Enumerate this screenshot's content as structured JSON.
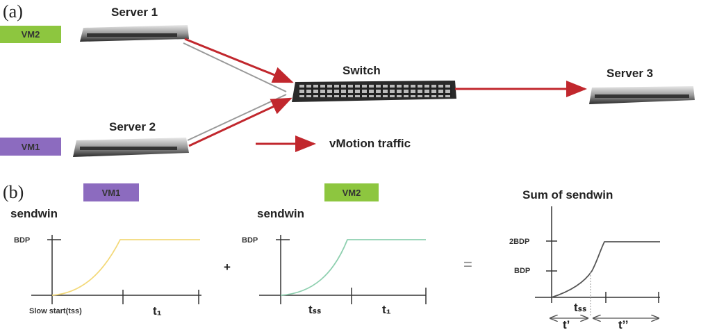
{
  "panel_a": {
    "label": "(a)",
    "server1": "Server 1",
    "server2": "Server 2",
    "server3": "Server 3",
    "switch": "Switch",
    "vm2": "VM2",
    "vm1": "VM1",
    "legend": "vMotion traffic"
  },
  "panel_b": {
    "label": "(b)",
    "vm1": "VM1",
    "vm2": "VM2",
    "chart1": {
      "ylabel": "sendwin",
      "tick": "BDP",
      "xlabel1": "Slow start(tss)",
      "xlabel2": "t₁"
    },
    "plus": "+",
    "chart2": {
      "ylabel": "sendwin",
      "tick": "BDP",
      "xlabel1": "tₛₛ",
      "xlabel2": "t₁"
    },
    "equals": "=",
    "chart3": {
      "title": "Sum of sendwin",
      "tick_high": "2BDP",
      "tick_low": "BDP",
      "xlabel": "tₛₛ",
      "span1": "t’",
      "span2": "t’’"
    }
  },
  "colors": {
    "arrow": "#c1272d",
    "vm1": "#8c6bbf",
    "vm2": "#8dc63f",
    "curve1": "#f3d97a",
    "curve2": "#8fd0b0",
    "curve3": "#555555"
  }
}
